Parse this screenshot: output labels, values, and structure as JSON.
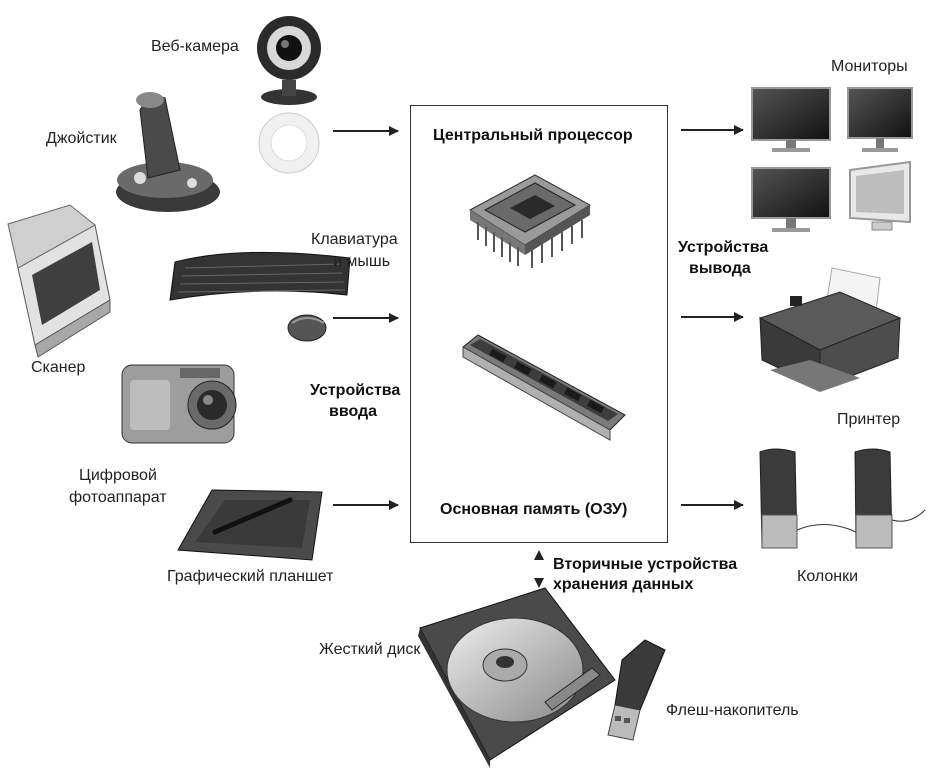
{
  "center": {
    "cpu_title": "Центральный процессор",
    "memory_title": "Основная память (ОЗУ)"
  },
  "inputs": {
    "group_label_line1": "Устройства",
    "group_label_line2": "ввода",
    "webcam": "Веб-камера",
    "joystick": "Джойстик",
    "keyboard_line1": "Клавиатура",
    "keyboard_line2": "и мышь",
    "scanner": "Сканер",
    "camera_line1": "Цифровой",
    "camera_line2": "фотоаппарат",
    "tablet": "Графический планшет"
  },
  "outputs": {
    "group_label_line1": "Устройства",
    "group_label_line2": "вывода",
    "monitors": "Мониторы",
    "printer": "Принтер",
    "speakers": "Колонки"
  },
  "storage": {
    "group_label_line1": "Вторичные устройства",
    "group_label_line2": "хранения данных",
    "hdd": "Жесткий диск",
    "flash": "Флеш-накопитель"
  }
}
